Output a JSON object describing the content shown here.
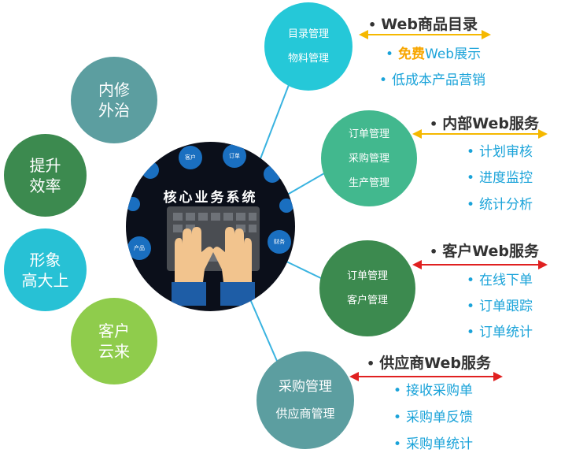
{
  "left_circles": [
    {
      "lines": [
        "内修",
        "外治"
      ],
      "color": "#5c9ea0"
    },
    {
      "lines": [
        "提升",
        "效率"
      ],
      "color": "#3c8a4f"
    },
    {
      "lines": [
        "形象",
        "高大上"
      ],
      "color": "#27c1d5"
    },
    {
      "lines": [
        "客户",
        "云来"
      ],
      "color": "#8fcc4c"
    }
  ],
  "core": {
    "title": "核心业务系统",
    "orbit_labels": [
      "客户",
      "订单",
      "产品",
      "财务"
    ]
  },
  "hubs": [
    {
      "lines": [
        "目录管理",
        "物料管理"
      ],
      "color": "#25c8d8"
    },
    {
      "lines": [
        "订单管理",
        "采购管理",
        "生产管理"
      ],
      "color": "#42b88e"
    },
    {
      "lines": [
        "订单管理",
        "客户管理"
      ],
      "color": "#3c8a4f"
    },
    {
      "lines": [
        "采购管理",
        "供应商管理"
      ],
      "color": "#5c9ea0"
    }
  ],
  "services": [
    {
      "heading": "Web商品目录",
      "arrow_color": "#f5b800",
      "items": [
        {
          "highlight": "免费",
          "rest": "Web展示"
        },
        {
          "highlight": "",
          "rest": "低成本产品营销"
        }
      ]
    },
    {
      "heading": "内部Web服务",
      "arrow_color": "#f5b800",
      "items": [
        {
          "highlight": "",
          "rest": "计划审核"
        },
        {
          "highlight": "",
          "rest": "进度监控"
        },
        {
          "highlight": "",
          "rest": "统计分析"
        }
      ]
    },
    {
      "heading": "客户Web服务",
      "arrow_color": "#e02020",
      "items": [
        {
          "highlight": "",
          "rest": "在线下单"
        },
        {
          "highlight": "",
          "rest": "订单跟踪"
        },
        {
          "highlight": "",
          "rest": "订单统计"
        }
      ]
    },
    {
      "heading": "供应商Web服务",
      "arrow_color": "#e02020",
      "items": [
        {
          "highlight": "",
          "rest": "接收采购单"
        },
        {
          "highlight": "",
          "rest": "采购单反馈"
        },
        {
          "highlight": "",
          "rest": "采购单统计"
        }
      ]
    }
  ],
  "connector_color": "#39b3e0"
}
